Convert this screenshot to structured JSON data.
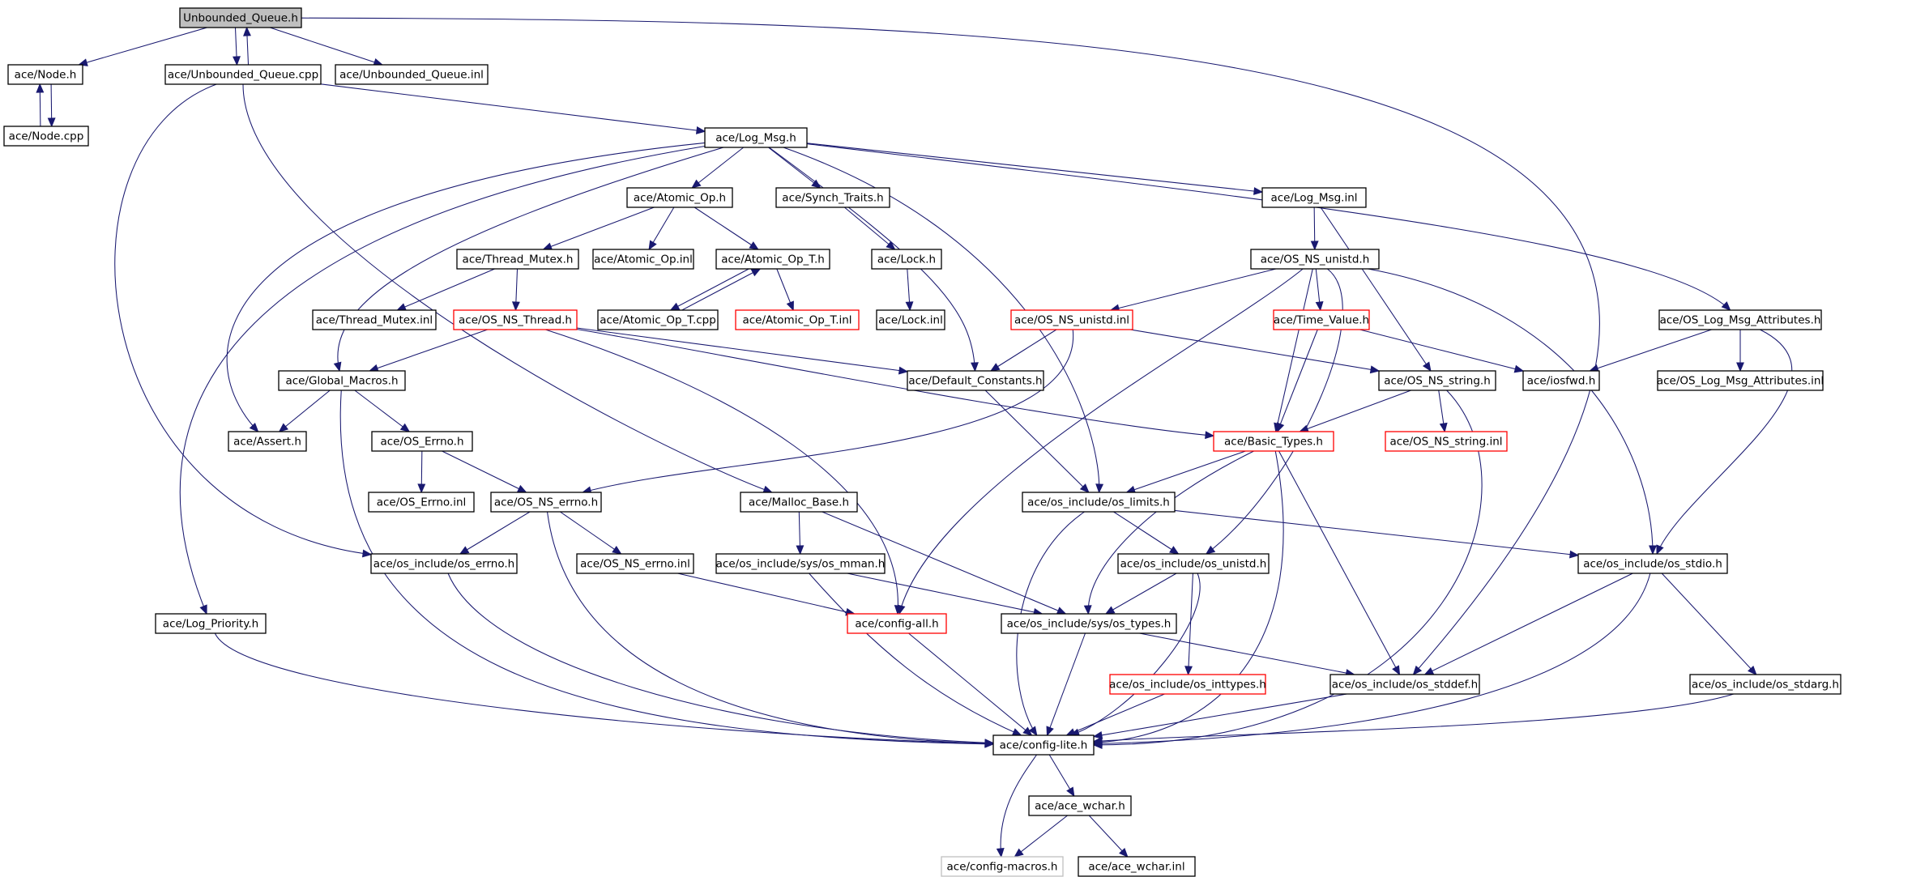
{
  "diagram": {
    "kind": "include-dependency-graph",
    "colors": {
      "edge": "#191970",
      "border_normal": "#000000",
      "border_truncated": "#ff0000",
      "border_undocumented": "#bfbfbf",
      "root_fill": "#bfbfbf",
      "fill": "#ffffff"
    },
    "nodes": [
      {
        "id": "root",
        "label": "Unbounded_Queue.h",
        "style": "root"
      },
      {
        "id": "node_h",
        "label": "ace/Node.h",
        "style": "normal"
      },
      {
        "id": "node_cpp",
        "label": "ace/Node.cpp",
        "style": "normal"
      },
      {
        "id": "uq_cpp",
        "label": "ace/Unbounded_Queue.cpp",
        "style": "normal"
      },
      {
        "id": "uq_inl",
        "label": "ace/Unbounded_Queue.inl",
        "style": "normal"
      },
      {
        "id": "log_msg",
        "label": "ace/Log_Msg.h",
        "style": "normal"
      },
      {
        "id": "atomic_op",
        "label": "ace/Atomic_Op.h",
        "style": "normal"
      },
      {
        "id": "synch_traits",
        "label": "ace/Synch_Traits.h",
        "style": "normal"
      },
      {
        "id": "log_msg_inl",
        "label": "ace/Log_Msg.inl",
        "style": "normal"
      },
      {
        "id": "thread_mutex",
        "label": "ace/Thread_Mutex.h",
        "style": "normal"
      },
      {
        "id": "atomic_op_inl",
        "label": "ace/Atomic_Op.inl",
        "style": "normal"
      },
      {
        "id": "atomic_op_t",
        "label": "ace/Atomic_Op_T.h",
        "style": "normal"
      },
      {
        "id": "lock_h",
        "label": "ace/Lock.h",
        "style": "normal"
      },
      {
        "id": "os_ns_unistd",
        "label": "ace/OS_NS_unistd.h",
        "style": "normal"
      },
      {
        "id": "thread_mutex_inl",
        "label": "ace/Thread_Mutex.inl",
        "style": "normal"
      },
      {
        "id": "os_ns_thread",
        "label": "ace/OS_NS_Thread.h",
        "style": "truncated"
      },
      {
        "id": "atomic_op_t_cpp",
        "label": "ace/Atomic_Op_T.cpp",
        "style": "normal"
      },
      {
        "id": "atomic_op_t_inl",
        "label": "ace/Atomic_Op_T.inl",
        "style": "truncated"
      },
      {
        "id": "lock_inl",
        "label": "ace/Lock.inl",
        "style": "normal"
      },
      {
        "id": "os_ns_unistd_inl",
        "label": "ace/OS_NS_unistd.inl",
        "style": "truncated"
      },
      {
        "id": "time_value",
        "label": "ace/Time_Value.h",
        "style": "truncated"
      },
      {
        "id": "os_log_msg_attr",
        "label": "ace/OS_Log_Msg_Attributes.h",
        "style": "normal"
      },
      {
        "id": "global_macros",
        "label": "ace/Global_Macros.h",
        "style": "normal"
      },
      {
        "id": "default_constants",
        "label": "ace/Default_Constants.h",
        "style": "normal"
      },
      {
        "id": "os_ns_string",
        "label": "ace/OS_NS_string.h",
        "style": "normal"
      },
      {
        "id": "iosfwd",
        "label": "ace/iosfwd.h",
        "style": "normal"
      },
      {
        "id": "os_log_msg_attr_inl",
        "label": "ace/OS_Log_Msg_Attributes.inl",
        "style": "normal"
      },
      {
        "id": "assert_h",
        "label": "ace/Assert.h",
        "style": "normal"
      },
      {
        "id": "os_errno",
        "label": "ace/OS_Errno.h",
        "style": "normal"
      },
      {
        "id": "basic_types",
        "label": "ace/Basic_Types.h",
        "style": "truncated"
      },
      {
        "id": "os_ns_string_inl",
        "label": "ace/OS_NS_string.inl",
        "style": "truncated"
      },
      {
        "id": "os_errno_inl",
        "label": "ace/OS_Errno.inl",
        "style": "normal"
      },
      {
        "id": "os_ns_errno",
        "label": "ace/OS_NS_errno.h",
        "style": "normal"
      },
      {
        "id": "malloc_base",
        "label": "ace/Malloc_Base.h",
        "style": "normal"
      },
      {
        "id": "os_limits",
        "label": "ace/os_include/os_limits.h",
        "style": "normal"
      },
      {
        "id": "os_include_errno",
        "label": "ace/os_include/os_errno.h",
        "style": "normal"
      },
      {
        "id": "os_ns_errno_inl",
        "label": "ace/OS_NS_errno.inl",
        "style": "normal"
      },
      {
        "id": "os_mman",
        "label": "ace/os_include/sys/os_mman.h",
        "style": "normal"
      },
      {
        "id": "os_unistd",
        "label": "ace/os_include/os_unistd.h",
        "style": "normal"
      },
      {
        "id": "os_stdio",
        "label": "ace/os_include/os_stdio.h",
        "style": "normal"
      },
      {
        "id": "log_priority",
        "label": "ace/Log_Priority.h",
        "style": "normal"
      },
      {
        "id": "config_all",
        "label": "ace/config-all.h",
        "style": "truncated"
      },
      {
        "id": "os_types",
        "label": "ace/os_include/sys/os_types.h",
        "style": "normal"
      },
      {
        "id": "os_inttypes",
        "label": "ace/os_include/os_inttypes.h",
        "style": "truncated"
      },
      {
        "id": "os_stddef",
        "label": "ace/os_include/os_stddef.h",
        "style": "normal"
      },
      {
        "id": "os_stdarg",
        "label": "ace/os_include/os_stdarg.h",
        "style": "normal"
      },
      {
        "id": "config_lite",
        "label": "ace/config-lite.h",
        "style": "normal"
      },
      {
        "id": "ace_wchar",
        "label": "ace/ace_wchar.h",
        "style": "normal"
      },
      {
        "id": "config_macros",
        "label": "ace/config-macros.h",
        "style": "undocumented"
      },
      {
        "id": "ace_wchar_inl",
        "label": "ace/ace_wchar.inl",
        "style": "normal"
      }
    ],
    "edges": [
      [
        "root",
        "node_h"
      ],
      [
        "root",
        "uq_cpp"
      ],
      [
        "root",
        "uq_inl"
      ],
      [
        "root",
        "os_stddef"
      ],
      [
        "node_h",
        "node_cpp"
      ],
      [
        "node_cpp",
        "node_h"
      ],
      [
        "uq_cpp",
        "root"
      ],
      [
        "uq_cpp",
        "log_msg"
      ],
      [
        "uq_cpp",
        "os_include_errno"
      ],
      [
        "uq_cpp",
        "malloc_base"
      ],
      [
        "log_msg",
        "atomic_op"
      ],
      [
        "log_msg",
        "synch_traits"
      ],
      [
        "log_msg",
        "log_msg_inl"
      ],
      [
        "log_msg",
        "os_log_msg_attr"
      ],
      [
        "log_msg",
        "default_constants"
      ],
      [
        "log_msg",
        "global_macros"
      ],
      [
        "log_msg",
        "assert_h"
      ],
      [
        "log_msg",
        "log_priority"
      ],
      [
        "log_msg",
        "os_limits"
      ],
      [
        "atomic_op",
        "thread_mutex"
      ],
      [
        "atomic_op",
        "atomic_op_inl"
      ],
      [
        "atomic_op",
        "atomic_op_t"
      ],
      [
        "synch_traits",
        "lock_h"
      ],
      [
        "lock_h",
        "lock_inl"
      ],
      [
        "atomic_op_t",
        "atomic_op_t_cpp"
      ],
      [
        "atomic_op_t_cpp",
        "atomic_op_t"
      ],
      [
        "atomic_op_t",
        "atomic_op_t_inl"
      ],
      [
        "thread_mutex",
        "thread_mutex_inl"
      ],
      [
        "thread_mutex",
        "os_ns_thread"
      ],
      [
        "os_ns_thread",
        "global_macros"
      ],
      [
        "os_ns_thread",
        "default_constants"
      ],
      [
        "os_ns_thread",
        "basic_types"
      ],
      [
        "os_ns_thread",
        "config_all"
      ],
      [
        "log_msg_inl",
        "os_ns_unistd"
      ],
      [
        "log_msg_inl",
        "os_ns_string"
      ],
      [
        "os_ns_unistd",
        "os_ns_unistd_inl"
      ],
      [
        "os_ns_unistd",
        "time_value"
      ],
      [
        "os_ns_unistd",
        "basic_types"
      ],
      [
        "os_ns_unistd",
        "os_unistd"
      ],
      [
        "os_ns_unistd",
        "os_stdio"
      ],
      [
        "os_ns_unistd",
        "config_all"
      ],
      [
        "os_ns_unistd_inl",
        "default_constants"
      ],
      [
        "os_ns_unistd_inl",
        "os_ns_string"
      ],
      [
        "os_ns_unistd_inl",
        "os_ns_errno"
      ],
      [
        "time_value",
        "basic_types"
      ],
      [
        "time_value",
        "iosfwd"
      ],
      [
        "os_log_msg_attr",
        "iosfwd"
      ],
      [
        "os_log_msg_attr",
        "os_log_msg_attr_inl"
      ],
      [
        "os_log_msg_attr",
        "os_stdio"
      ],
      [
        "global_macros",
        "assert_h"
      ],
      [
        "global_macros",
        "os_errno"
      ],
      [
        "global_macros",
        "config_lite"
      ],
      [
        "default_constants",
        "os_limits"
      ],
      [
        "os_ns_string",
        "os_ns_string_inl"
      ],
      [
        "os_ns_string",
        "basic_types"
      ],
      [
        "os_ns_string",
        "config_lite"
      ],
      [
        "os_errno",
        "os_errno_inl"
      ],
      [
        "os_errno",
        "os_ns_errno"
      ],
      [
        "basic_types",
        "os_limits"
      ],
      [
        "basic_types",
        "os_types"
      ],
      [
        "basic_types",
        "os_stddef"
      ],
      [
        "basic_types",
        "config_lite"
      ],
      [
        "os_ns_errno",
        "os_include_errno"
      ],
      [
        "os_ns_errno",
        "os_ns_errno_inl"
      ],
      [
        "os_ns_errno",
        "config_lite"
      ],
      [
        "malloc_base",
        "os_mman"
      ],
      [
        "malloc_base",
        "os_types"
      ],
      [
        "os_limits",
        "os_unistd"
      ],
      [
        "os_limits",
        "os_stdio"
      ],
      [
        "os_limits",
        "config_lite"
      ],
      [
        "os_include_errno",
        "config_lite"
      ],
      [
        "os_ns_errno_inl",
        "config_all"
      ],
      [
        "os_mman",
        "os_types"
      ],
      [
        "os_mman",
        "config_lite"
      ],
      [
        "os_unistd",
        "os_types"
      ],
      [
        "os_unistd",
        "os_inttypes"
      ],
      [
        "os_unistd",
        "config_lite"
      ],
      [
        "os_stdio",
        "os_stddef"
      ],
      [
        "os_stdio",
        "os_stdarg"
      ],
      [
        "os_stdio",
        "config_lite"
      ],
      [
        "log_priority",
        "config_lite"
      ],
      [
        "config_all",
        "config_lite"
      ],
      [
        "os_types",
        "os_stddef"
      ],
      [
        "os_types",
        "config_lite"
      ],
      [
        "os_inttypes",
        "config_lite"
      ],
      [
        "os_stddef",
        "config_lite"
      ],
      [
        "os_stdarg",
        "config_lite"
      ],
      [
        "config_lite",
        "ace_wchar"
      ],
      [
        "config_lite",
        "config_macros"
      ],
      [
        "ace_wchar",
        "config_macros"
      ],
      [
        "ace_wchar",
        "ace_wchar_inl"
      ]
    ]
  }
}
